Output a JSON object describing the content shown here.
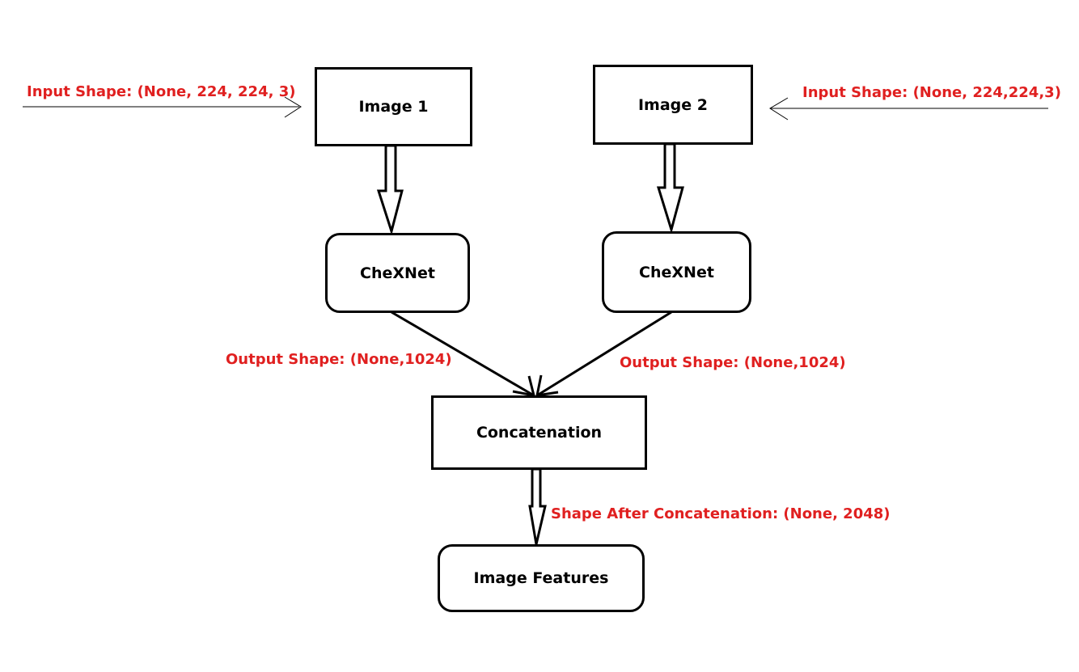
{
  "colors": {
    "line": "#000000",
    "annotation": "#e02020",
    "background": "#ffffff"
  },
  "nodes": {
    "image1": "Image 1",
    "image2": "Image 2",
    "chexnet1": "CheXNet",
    "chexnet2": "CheXNet",
    "concat": "Concatenation",
    "features": "Image Features"
  },
  "annotations": {
    "input1": "Input Shape: (None, 224, 224, 3)",
    "input2": "Input Shape: (None, 224,224,3)",
    "output1": "Output Shape: (None,1024)",
    "output2": "Output Shape: (None,1024)",
    "concat_shape": "Shape After Concatenation: (None, 2048)"
  }
}
